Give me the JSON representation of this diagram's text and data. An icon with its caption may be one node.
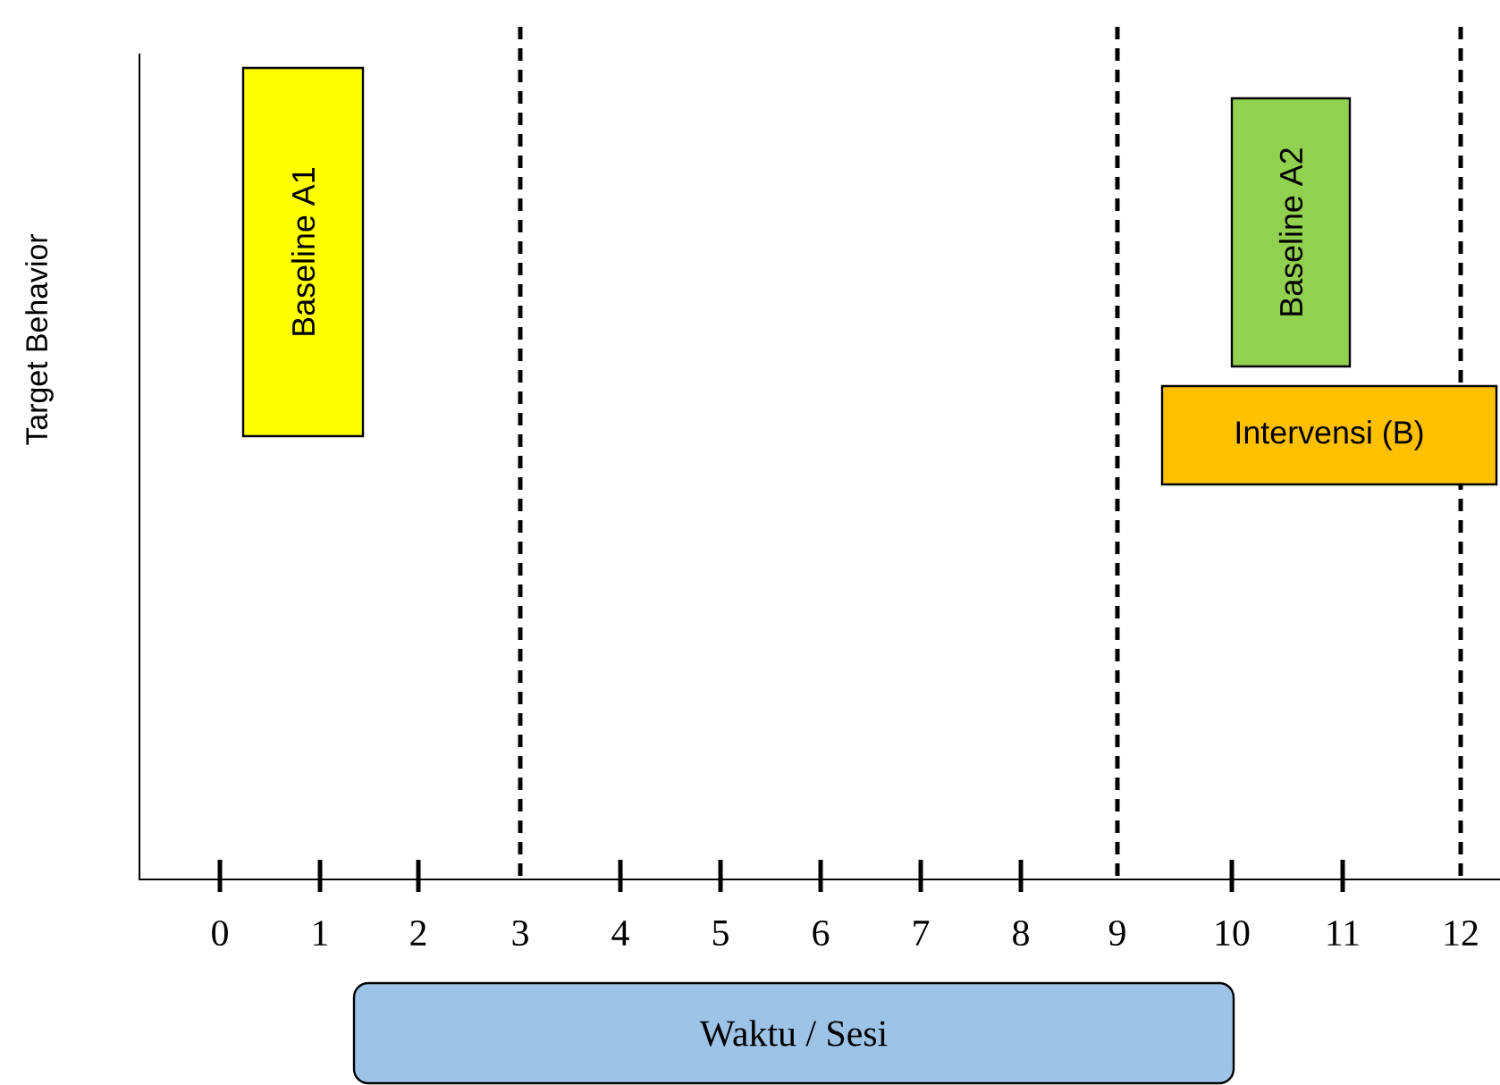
{
  "diagram": {
    "nodes": [
      {
        "text": [
          "Baseline A1"
        ]
      },
      {
        "text": [
          "Baseline A2"
        ]
      },
      {
        "text": [
          "Intervensi (B)"
        ]
      },
      {
        "text": [
          "Waktu / Sesi"
        ]
      }
    ],
    "labels": [
      "Target Behavior",
      "0",
      "1",
      "2",
      "3",
      "4",
      "5",
      "6",
      "7",
      "8",
      "9",
      "10",
      "11",
      "12"
    ]
  }
}
